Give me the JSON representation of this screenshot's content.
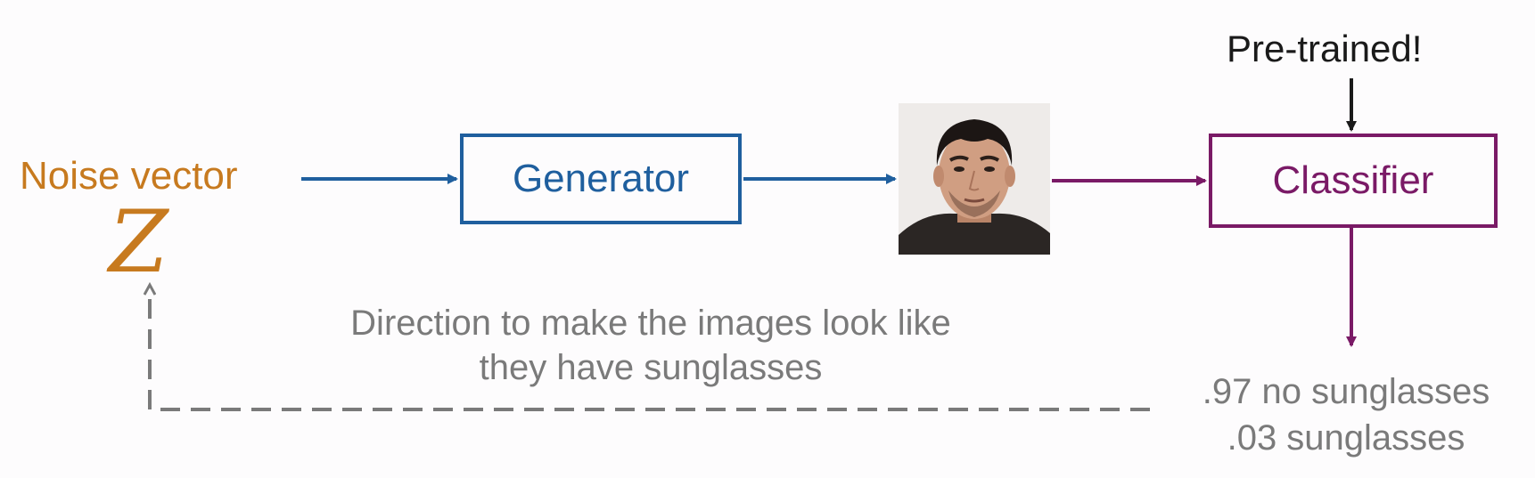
{
  "colors": {
    "noise": "#c77a1f",
    "generator": "#1f5f9e",
    "classifier": "#7a1a66",
    "text_dark": "#1a1a1a",
    "text_gray": "#7a7a7a",
    "feedback_line": "#7a7a7a"
  },
  "noise": {
    "label": "Noise vector",
    "symbol": "Z"
  },
  "generator": {
    "label": "Generator"
  },
  "image": {
    "icon": "generated-face-image"
  },
  "classifier": {
    "label": "Classifier",
    "note": "Pre-trained!"
  },
  "output": {
    "line1": ".97 no sunglasses",
    "line2": ".03 sunglasses"
  },
  "feedback": {
    "line1": "Direction to make the images look like",
    "line2": "they have sunglasses"
  }
}
